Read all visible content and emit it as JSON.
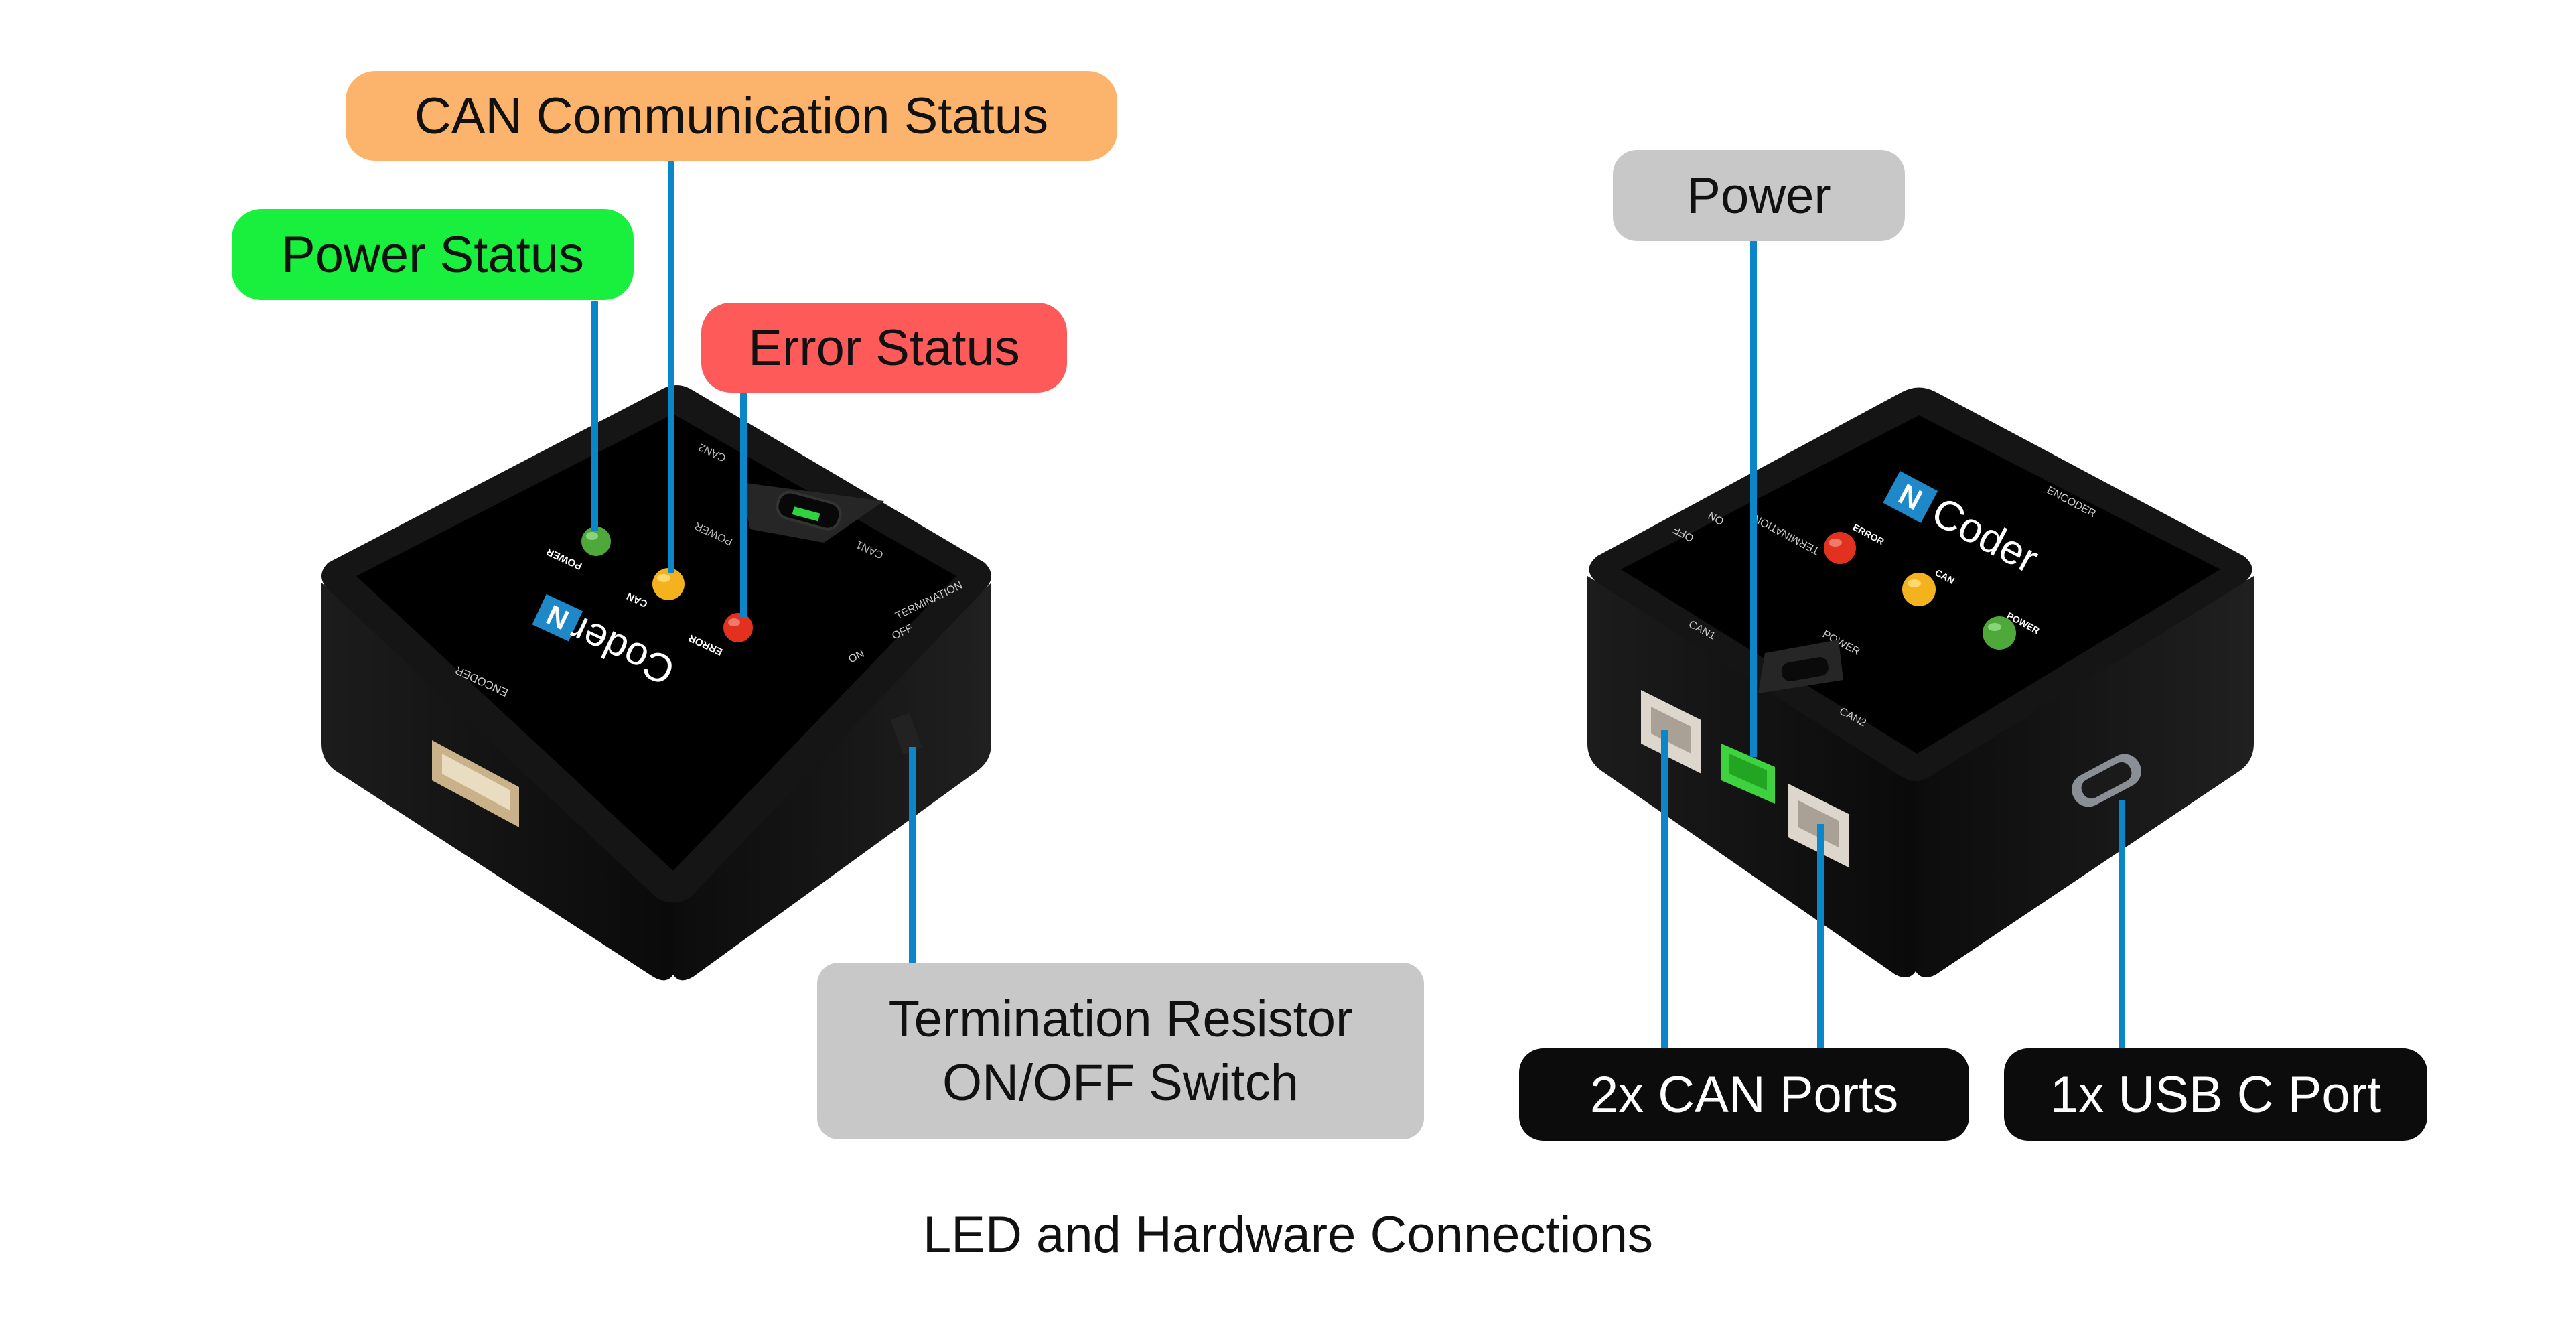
{
  "caption": "LED and Hardware Connections",
  "callouts": {
    "can_status": "CAN Communication Status",
    "power_status": "Power Status",
    "error_status": "Error Status",
    "termination_line1": "Termination Resistor",
    "termination_line2": "ON/OFF Switch",
    "power": "Power",
    "can_ports": "2x CAN Ports",
    "usb_port": "1x USB C Port"
  },
  "device_labels": {
    "logo_letter": "N",
    "logo_word": "Coder",
    "power": "POWER",
    "can": "CAN",
    "error": "ERROR",
    "encoder": "ENCODER",
    "termination": "TERMINATION",
    "on": "ON",
    "off": "OFF",
    "can1": "CAN1",
    "can2": "CAN2"
  },
  "colors": {
    "leader_line": "#0B86C8",
    "callout_orange": "#FCB36B",
    "callout_green": "#19F03D",
    "callout_red": "#FF5A5A",
    "callout_gray": "#C8C8C8",
    "callout_black": "#0C0C0C",
    "led_green": "#4FA93A",
    "led_yellow": "#F4B31E",
    "led_red": "#E2321F",
    "logo_blue": "#1E88C9",
    "device_body": "#111111",
    "connector_green": "#3FD23F"
  }
}
